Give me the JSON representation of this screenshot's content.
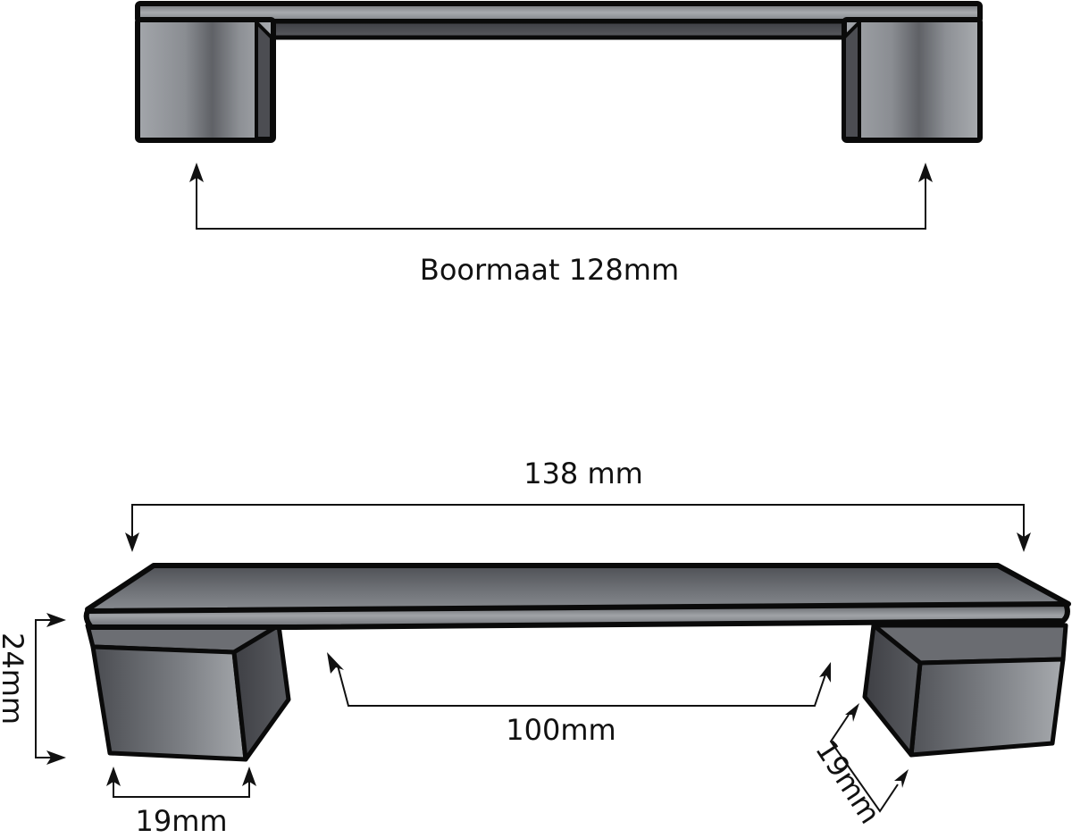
{
  "diagram": {
    "type": "technical-dimension-drawing",
    "subject": "cabinet handle",
    "top_view": {
      "label": "Boormaat 128mm",
      "dimension": "hole spacing"
    },
    "perspective_view": {
      "overall_length_label": "138 mm",
      "inner_gap_label": "100mm",
      "height_label": "24mm",
      "foot_width_label": "19mm",
      "foot_depth_label": "19mm"
    },
    "colors": {
      "outline": "#0a0a0a",
      "metal_light": "#a4a7ab",
      "metal_mid": "#7a7d82",
      "metal_dark": "#4a4b50",
      "background": "#ffffff"
    }
  }
}
